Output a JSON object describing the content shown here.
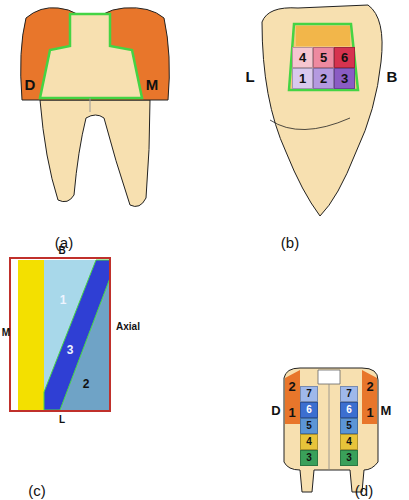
{
  "diagram": {
    "nodes": [
      {
        "text": [
          "4"
        ]
      },
      {
        "text": [
          "5"
        ]
      },
      {
        "text": [
          "6"
        ]
      },
      {
        "text": [
          "1"
        ]
      },
      {
        "text": [
          "2"
        ]
      },
      {
        "text": [
          "3"
        ]
      },
      {
        "text": [
          "7"
        ]
      },
      {
        "text": [
          "6"
        ]
      },
      {
        "text": [
          "5"
        ]
      },
      {
        "text": [
          "4"
        ]
      },
      {
        "text": [
          "3"
        ]
      },
      {
        "text": [
          "7"
        ]
      },
      {
        "text": [
          "6"
        ]
      },
      {
        "text": [
          "5"
        ]
      },
      {
        "text": [
          "4"
        ]
      },
      {
        "text": [
          "3"
        ]
      }
    ],
    "labels": [
      "D",
      "M",
      "(a)",
      "L",
      "B",
      "(b)",
      "B",
      "M",
      "Axial",
      "L",
      "1",
      "3",
      "2",
      "(c)",
      "D",
      "2",
      "1",
      "M",
      "2",
      "1",
      "(d)"
    ]
  }
}
